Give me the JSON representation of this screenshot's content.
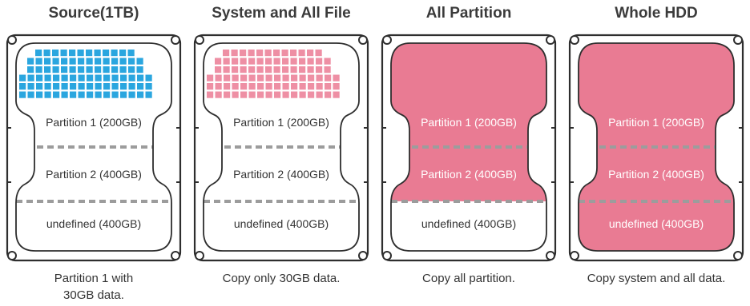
{
  "colors": {
    "blue_block": "#2aa6df",
    "pink_block": "#ee8fa4",
    "pink_fill": "#e97b93",
    "outline": "#2e2e2e",
    "divider": "#9c9c9c"
  },
  "columns": [
    {
      "title": "Source(1TB)",
      "caption_lines": [
        "Partition 1 with",
        "30GB data."
      ],
      "block_color": "blue",
      "filled": [
        false,
        false,
        false
      ],
      "partitions": [
        "Partition 1 (200GB)",
        "Partition 2 (400GB)",
        "undefined (400GB)"
      ]
    },
    {
      "title": "System and All File",
      "caption_lines": [
        "Copy only 30GB data."
      ],
      "block_color": "pink",
      "filled": [
        false,
        false,
        false
      ],
      "partitions": [
        "Partition 1 (200GB)",
        "Partition 2 (400GB)",
        "undefined (400GB)"
      ]
    },
    {
      "title": "All Partition",
      "caption_lines": [
        "Copy all partition."
      ],
      "block_color": "none",
      "filled": [
        true,
        true,
        false
      ],
      "partitions": [
        "Partition 1 (200GB)",
        "Partition 2 (400GB)",
        "undefined (400GB)"
      ]
    },
    {
      "title": "Whole HDD",
      "caption_lines": [
        "Copy system and all data."
      ],
      "block_color": "none",
      "filled": [
        true,
        true,
        true
      ],
      "partitions": [
        "Partition 1 (200GB)",
        "Partition 2 (400GB)",
        "undefined (400GB)"
      ]
    }
  ]
}
